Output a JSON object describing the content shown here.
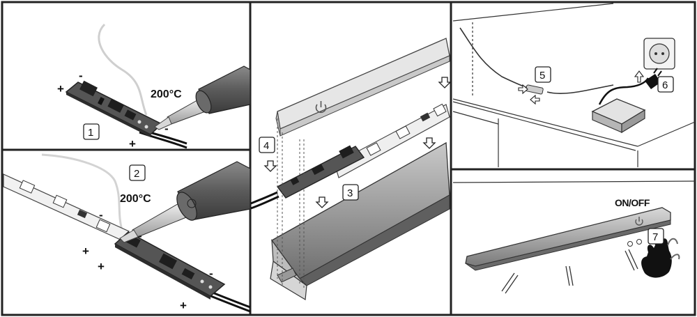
{
  "colors": {
    "frame": "#222222",
    "pcb": "#4a4a4a",
    "strip": "#eeeeee",
    "iron": "#6f6f6f",
    "profile": "#9a9a9a",
    "background": "#ffffff"
  },
  "panels": [
    {
      "step": "1",
      "temperature": "200°C",
      "signs": {
        "plus_top": "+",
        "minus_top": "-",
        "minus_right": "-",
        "plus_bottom": "+"
      }
    },
    {
      "step": "2",
      "temperature": "200°C",
      "signs": {
        "plus_a": "+",
        "plus_b": "+",
        "minus_left": "-",
        "minus_tip": "-",
        "minus_right": "-",
        "plus_bottom": "+"
      }
    },
    {
      "steps": [
        "3",
        "4"
      ],
      "icons": [
        "power-icon",
        "arrow-down-icon"
      ]
    },
    {
      "step": "5",
      "step2": "6",
      "icons": [
        "wall-socket-icon",
        "plug-icon",
        "power-supply-icon",
        "arrow-up-icon"
      ]
    },
    {
      "step": "7",
      "label": "ON/OFF",
      "icons": [
        "hand-icon",
        "power-icon"
      ]
    }
  ]
}
